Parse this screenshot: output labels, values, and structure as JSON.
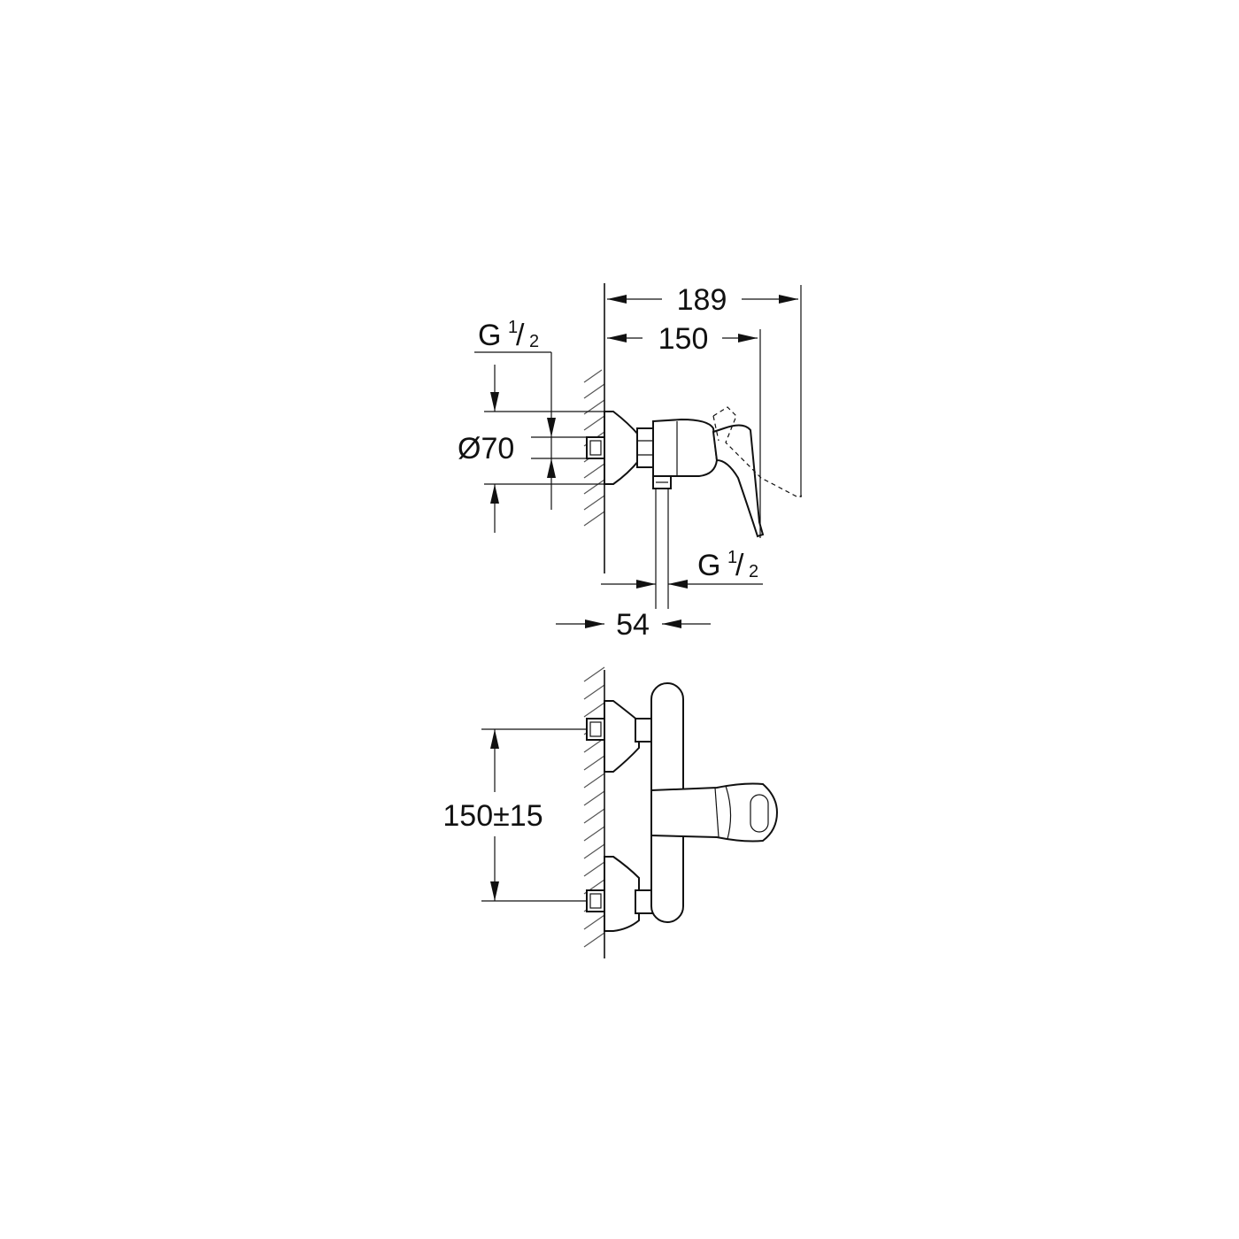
{
  "drawing": {
    "dimensions": {
      "overall_depth": "189",
      "body_depth": "150",
      "inlet_thread": {
        "letter": "G",
        "num": "1",
        "den": "2"
      },
      "outlet_thread": {
        "letter": "G",
        "num": "1",
        "den": "2"
      },
      "escutcheon_diameter": "Ø70",
      "outlet_offset": "54",
      "inlet_spacing": "150±15"
    }
  }
}
